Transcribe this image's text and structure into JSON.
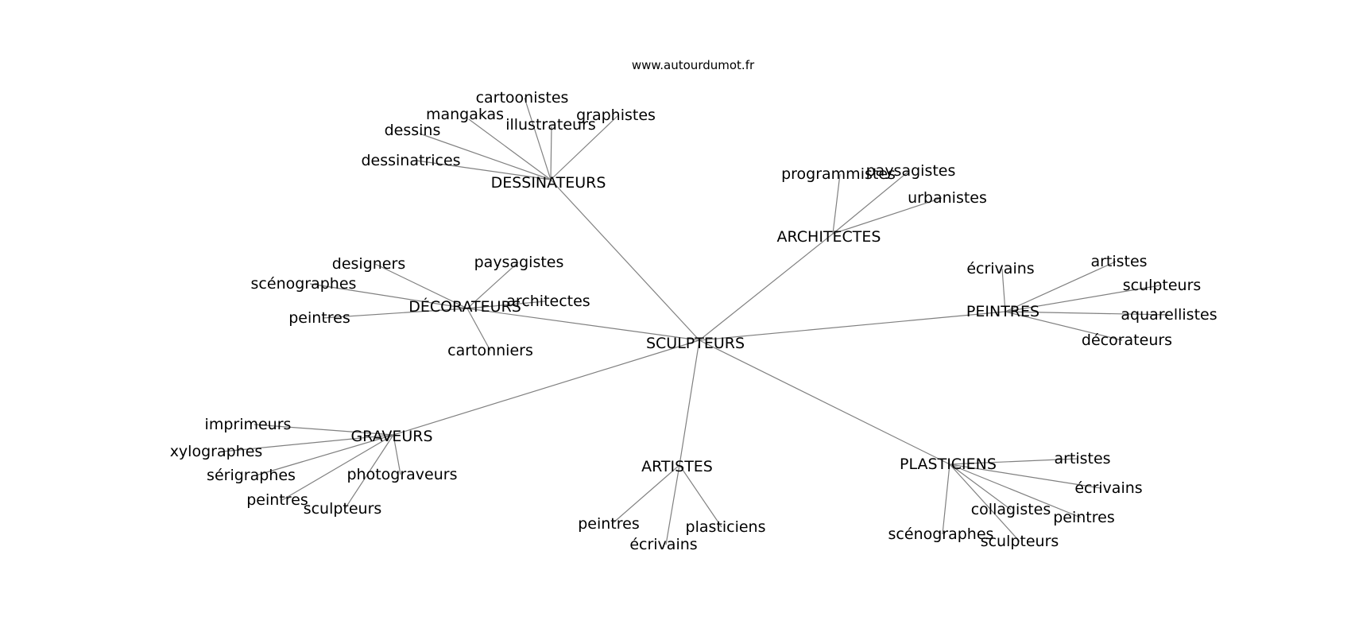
{
  "credit": "www.autourdumot.fr",
  "center": "SCULPTEURS",
  "hubs": [
    {
      "label": "DESSINATEURS",
      "leaves": [
        "cartoonistes",
        "mangakas",
        "illustrateurs",
        "graphistes",
        "dessins",
        "dessinatrices"
      ]
    },
    {
      "label": "ARCHITECTES",
      "leaves": [
        "programmistes",
        "paysagistes",
        "urbanistes"
      ]
    },
    {
      "label": "DÉCORATEURS",
      "leaves": [
        "designers",
        "paysagistes",
        "scénographes",
        "architectes",
        "peintres",
        "cartonniers"
      ]
    },
    {
      "label": "PEINTRES",
      "leaves": [
        "écrivains",
        "artistes",
        "sculpteurs",
        "aquarellistes",
        "décorateurs"
      ]
    },
    {
      "label": "GRAVEURS",
      "leaves": [
        "imprimeurs",
        "xylographes",
        "sérigraphes",
        "photograveurs",
        "peintres",
        "sculpteurs"
      ]
    },
    {
      "label": "ARTISTES",
      "leaves": [
        "peintres",
        "plasticiens",
        "écrivains"
      ]
    },
    {
      "label": "PLASTICIENS",
      "leaves": [
        "artistes",
        "écrivains",
        "collagistes",
        "peintres",
        "scénographes",
        "sculpteurs"
      ]
    }
  ]
}
